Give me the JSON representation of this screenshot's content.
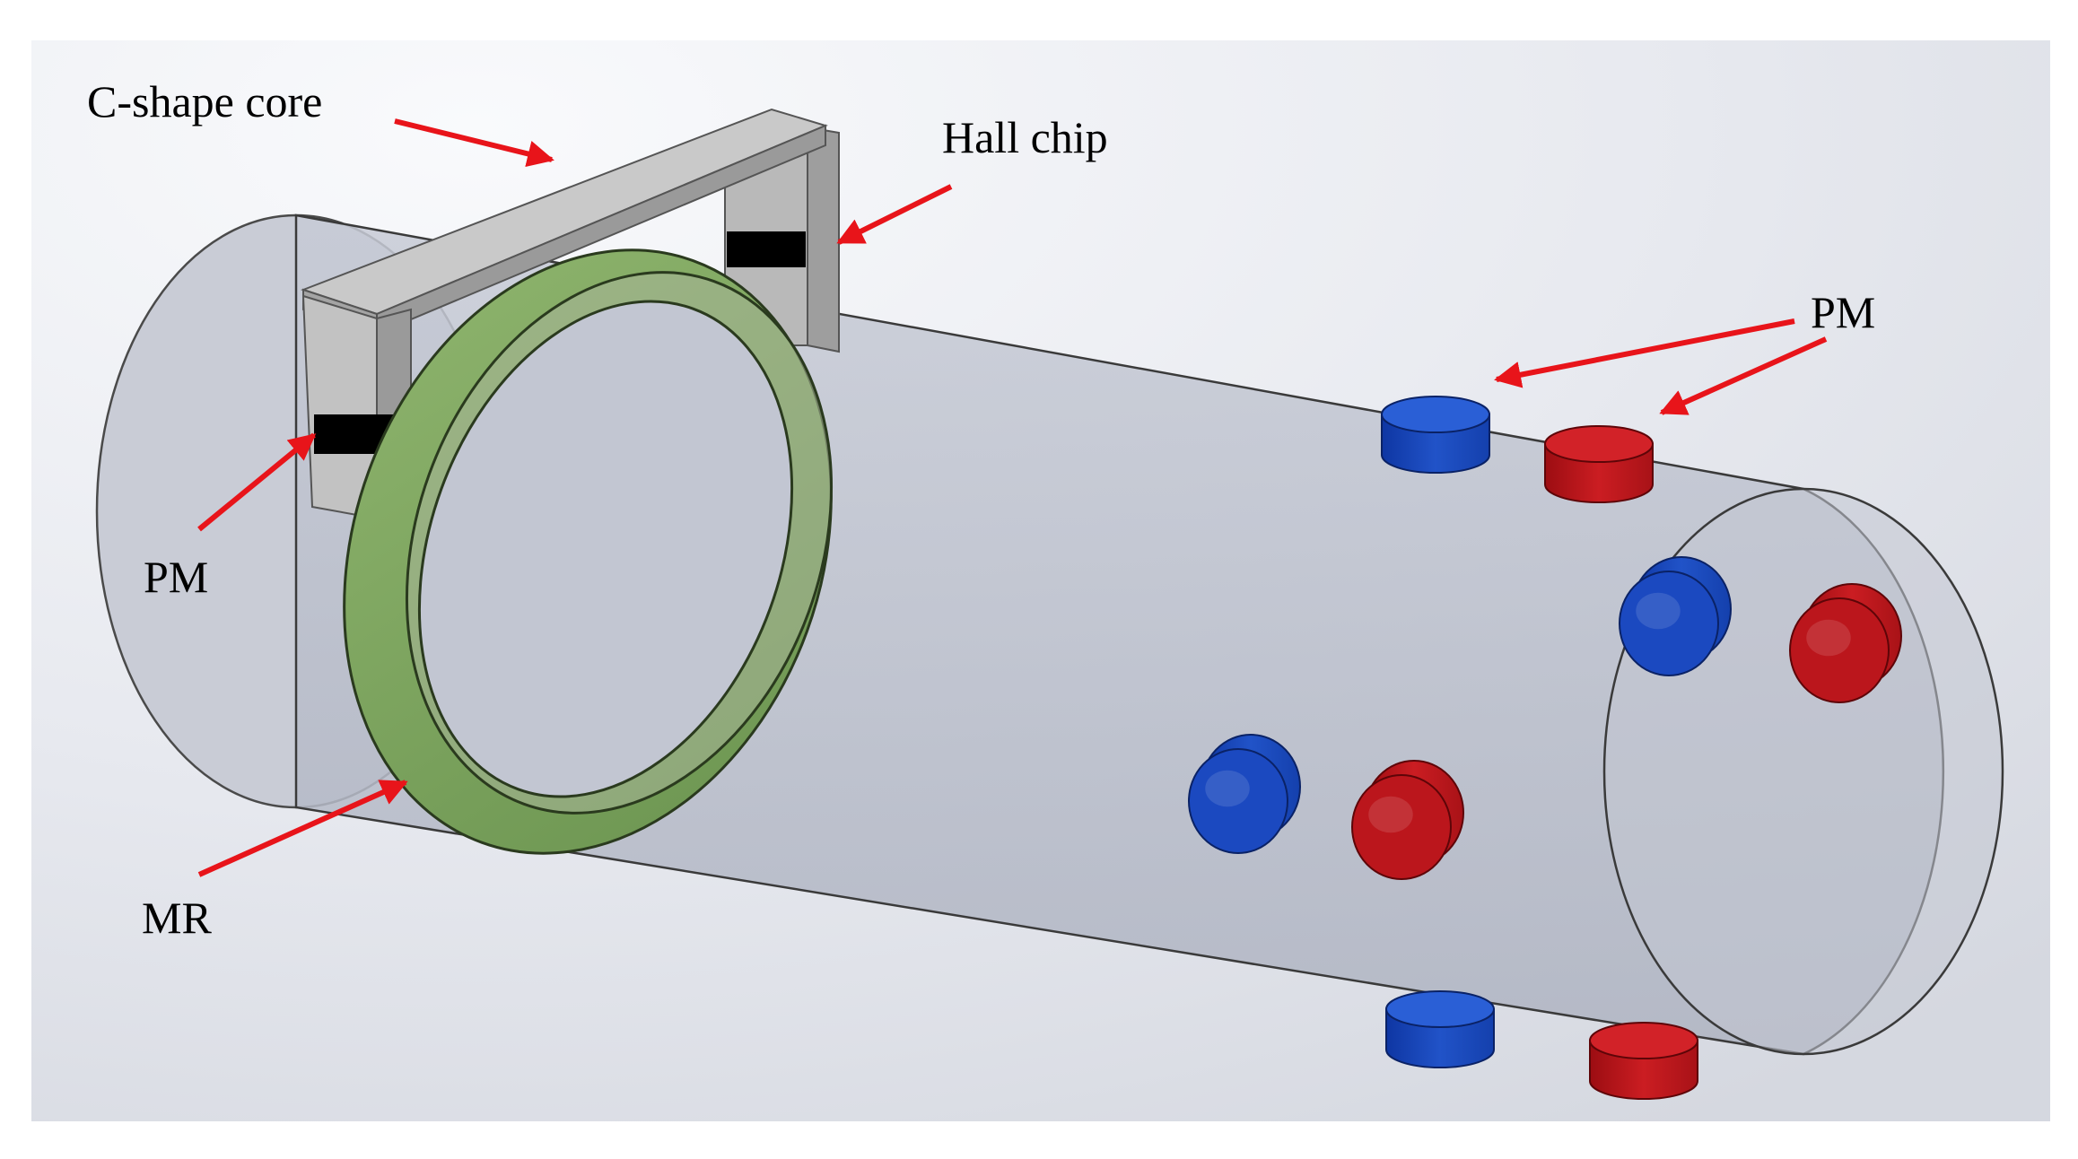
{
  "labels": {
    "c_shape_core": "C-shape core",
    "hall_chip": "Hall chip",
    "pm_top_right": "PM",
    "pm_left": "PM",
    "mr": "MR"
  },
  "colors": {
    "arrow": "#e8141a",
    "magnet_north": "#1f4fbf",
    "magnet_south": "#c0171d",
    "ring": "#7aa35c",
    "core": "#bdbdbd",
    "hall_chip": "#000000",
    "cylinder": "#b7bcc9"
  },
  "magnets": [
    {
      "pole": "blue",
      "view": "top"
    },
    {
      "pole": "red",
      "view": "top"
    },
    {
      "pole": "blue",
      "view": "side"
    },
    {
      "pole": "red",
      "view": "side"
    },
    {
      "pole": "blue",
      "view": "side"
    },
    {
      "pole": "red",
      "view": "side"
    },
    {
      "pole": "blue",
      "view": "bottom"
    },
    {
      "pole": "red",
      "view": "bottom"
    }
  ]
}
